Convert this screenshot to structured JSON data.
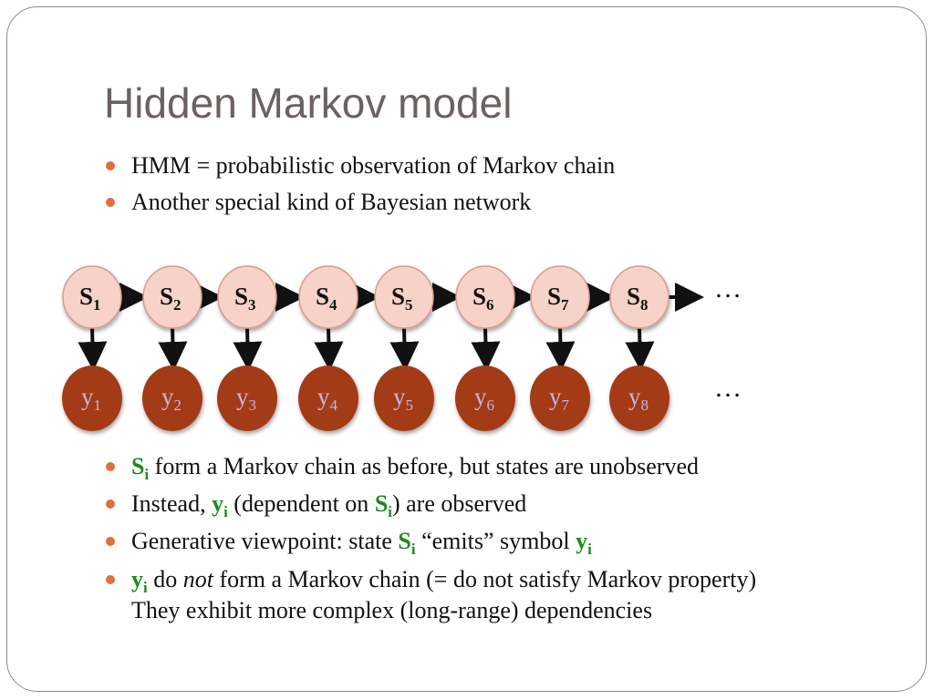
{
  "slide": {
    "title": "Hidden Markov model",
    "bullets_top": [
      "HMM = probabilistic observation of Markov chain",
      "Another special kind of Bayesian network"
    ],
    "diagram": {
      "states": [
        "S1",
        "S2",
        "S3",
        "S4",
        "S5",
        "S6",
        "S7",
        "S8"
      ],
      "observations": [
        "y1",
        "y2",
        "y3",
        "y4",
        "y5",
        "y6",
        "y7",
        "y8"
      ],
      "state_letter": "S",
      "obs_letter": "y",
      "subscripts": [
        "1",
        "2",
        "3",
        "4",
        "5",
        "6",
        "7",
        "8"
      ],
      "ellipsis_states": "…",
      "ellipsis_obs": "…",
      "colors": {
        "state_fill": "#f7d2c8",
        "state_stroke": "#d99a8c",
        "obs_fill": "#a33a18",
        "obs_text": "#c9b3e0",
        "arrow": "#111111"
      }
    },
    "bullets_bottom": {
      "b1": {
        "var": "S",
        "sub": "i",
        "rest": " form a Markov chain as before, but states are unobserved"
      },
      "b2": {
        "pre": "Instead, ",
        "var1": "y",
        "sub1": "i",
        "mid": " (dependent on ",
        "var2": "S",
        "sub2": "i",
        "post": ") are observed"
      },
      "b3": {
        "pre": "Generative viewpoint: state ",
        "var1": "S",
        "sub1": "i",
        "mid": " “emits” symbol ",
        "var2": "y",
        "sub2": "i"
      },
      "b4": {
        "var": "y",
        "sub": "i",
        "pre": " do ",
        "italic": "not",
        "rest": " form a Markov chain (= do not satisfy Markov property)",
        "line2": "They exhibit more complex (long-range) dependencies"
      }
    },
    "colors": {
      "bullet": "#e0703a",
      "highlight": "#1e8a1e",
      "title": "#6b6160"
    }
  }
}
